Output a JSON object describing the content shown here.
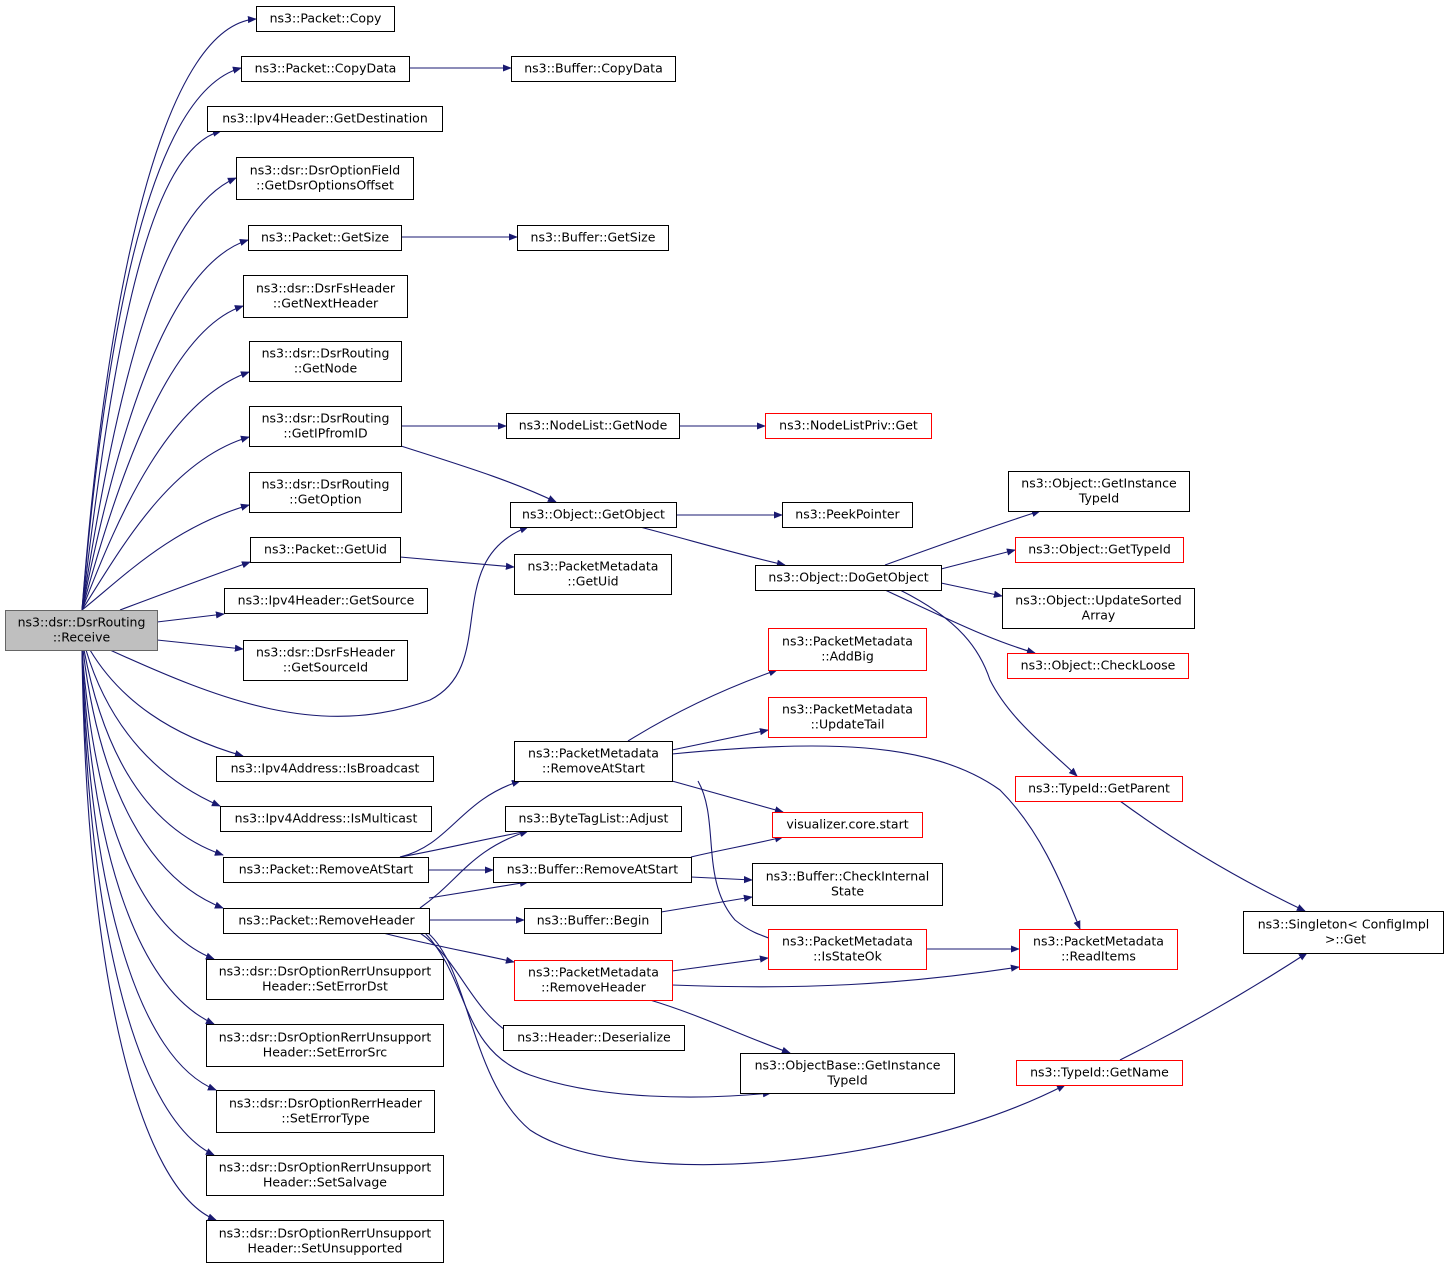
{
  "colors": {
    "edge": "#191970",
    "box_border": "#000000",
    "box_border_red": "#ff0000",
    "root_fill": "#bfbfbf",
    "fill": "#ffffff"
  },
  "nodes": [
    {
      "id": "receive",
      "lines": [
        "ns3::dsr::DsrRouting",
        "::Receive"
      ],
      "kind": "root"
    },
    {
      "id": "pkt_copy",
      "lines": [
        "ns3::Packet::Copy"
      ],
      "kind": "normal"
    },
    {
      "id": "pkt_copydata",
      "lines": [
        "ns3::Packet::CopyData"
      ],
      "kind": "normal"
    },
    {
      "id": "buf_copydata",
      "lines": [
        "ns3::Buffer::CopyData"
      ],
      "kind": "normal"
    },
    {
      "id": "ipv4_getdest",
      "lines": [
        "ns3::Ipv4Header::GetDestination"
      ],
      "kind": "normal"
    },
    {
      "id": "dsroptfield",
      "lines": [
        "ns3::dsr::DsrOptionField",
        "::GetDsrOptionsOffset"
      ],
      "kind": "normal"
    },
    {
      "id": "pkt_getsize",
      "lines": [
        "ns3::Packet::GetSize"
      ],
      "kind": "normal"
    },
    {
      "id": "buf_getsize",
      "lines": [
        "ns3::Buffer::GetSize"
      ],
      "kind": "normal"
    },
    {
      "id": "fs_getnext",
      "lines": [
        "ns3::dsr::DsrFsHeader",
        "::GetNextHeader"
      ],
      "kind": "normal"
    },
    {
      "id": "dsr_getnode",
      "lines": [
        "ns3::dsr::DsrRouting",
        "::GetNode"
      ],
      "kind": "normal"
    },
    {
      "id": "dsr_getip",
      "lines": [
        "ns3::dsr::DsrRouting",
        "::GetIPfromID"
      ],
      "kind": "normal"
    },
    {
      "id": "nodelist_getnode",
      "lines": [
        "ns3::NodeList::GetNode"
      ],
      "kind": "normal"
    },
    {
      "id": "nodelistpriv_get",
      "lines": [
        "ns3::NodeListPriv::Get"
      ],
      "kind": "red"
    },
    {
      "id": "dsr_getoption",
      "lines": [
        "ns3::dsr::DsrRouting",
        "::GetOption"
      ],
      "kind": "normal"
    },
    {
      "id": "obj_getobject",
      "lines": [
        "ns3::Object::GetObject"
      ],
      "kind": "normal"
    },
    {
      "id": "peekpointer",
      "lines": [
        "ns3::PeekPointer"
      ],
      "kind": "normal"
    },
    {
      "id": "obj_getinst",
      "lines": [
        "ns3::Object::GetInstance",
        "TypeId"
      ],
      "kind": "normal"
    },
    {
      "id": "pkt_getuid",
      "lines": [
        "ns3::Packet::GetUid"
      ],
      "kind": "normal"
    },
    {
      "id": "pm_getuid",
      "lines": [
        "ns3::PacketMetadata",
        "::GetUid"
      ],
      "kind": "normal"
    },
    {
      "id": "obj_gettypeid",
      "lines": [
        "ns3::Object::GetTypeId"
      ],
      "kind": "red"
    },
    {
      "id": "obj_dogetobject",
      "lines": [
        "ns3::Object::DoGetObject"
      ],
      "kind": "normal"
    },
    {
      "id": "ipv4_getsource",
      "lines": [
        "ns3::Ipv4Header::GetSource"
      ],
      "kind": "normal"
    },
    {
      "id": "obj_updatesorted",
      "lines": [
        "ns3::Object::UpdateSorted",
        "Array"
      ],
      "kind": "normal"
    },
    {
      "id": "fs_getsourceid",
      "lines": [
        "ns3::dsr::DsrFsHeader",
        "::GetSourceId"
      ],
      "kind": "normal"
    },
    {
      "id": "pm_addbig",
      "lines": [
        "ns3::PacketMetadata",
        "::AddBig"
      ],
      "kind": "red"
    },
    {
      "id": "obj_checkloose",
      "lines": [
        "ns3::Object::CheckLoose"
      ],
      "kind": "red"
    },
    {
      "id": "pm_updatetail",
      "lines": [
        "ns3::PacketMetadata",
        "::UpdateTail"
      ],
      "kind": "red"
    },
    {
      "id": "pm_removeatstart",
      "lines": [
        "ns3::PacketMetadata",
        "::RemoveAtStart"
      ],
      "kind": "normal"
    },
    {
      "id": "ipv4addr_isbcast",
      "lines": [
        "ns3::Ipv4Address::IsBroadcast"
      ],
      "kind": "normal"
    },
    {
      "id": "typeid_getparent",
      "lines": [
        "ns3::TypeId::GetParent"
      ],
      "kind": "red"
    },
    {
      "id": "ipv4addr_ismcast",
      "lines": [
        "ns3::Ipv4Address::IsMulticast"
      ],
      "kind": "normal"
    },
    {
      "id": "btl_adjust",
      "lines": [
        "ns3::ByteTagList::Adjust"
      ],
      "kind": "normal"
    },
    {
      "id": "viz_start",
      "lines": [
        "visualizer.core.start"
      ],
      "kind": "red"
    },
    {
      "id": "pkt_removeatstart",
      "lines": [
        "ns3::Packet::RemoveAtStart"
      ],
      "kind": "normal"
    },
    {
      "id": "buf_removeatstart",
      "lines": [
        "ns3::Buffer::RemoveAtStart"
      ],
      "kind": "normal"
    },
    {
      "id": "buf_checkinternal",
      "lines": [
        "ns3::Buffer::CheckInternal",
        "State"
      ],
      "kind": "normal"
    },
    {
      "id": "singleton_get",
      "lines": [
        "ns3::Singleton< ConfigImpl",
        " >::Get"
      ],
      "kind": "normal"
    },
    {
      "id": "pkt_removeheader",
      "lines": [
        "ns3::Packet::RemoveHeader"
      ],
      "kind": "normal"
    },
    {
      "id": "buf_begin",
      "lines": [
        "ns3::Buffer::Begin"
      ],
      "kind": "normal"
    },
    {
      "id": "pm_isstateok",
      "lines": [
        "ns3::PacketMetadata",
        "::IsStateOk"
      ],
      "kind": "red"
    },
    {
      "id": "pm_readitems",
      "lines": [
        "ns3::PacketMetadata",
        "::ReadItems"
      ],
      "kind": "red"
    },
    {
      "id": "rerr_seterrdst",
      "lines": [
        "ns3::dsr::DsrOptionRerrUnsupport",
        "Header::SetErrorDst"
      ],
      "kind": "normal"
    },
    {
      "id": "pm_removeheader",
      "lines": [
        "ns3::PacketMetadata",
        "::RemoveHeader"
      ],
      "kind": "red"
    },
    {
      "id": "hdr_deserialize",
      "lines": [
        "ns3::Header::Deserialize"
      ],
      "kind": "normal"
    },
    {
      "id": "rerr_seterrsrc",
      "lines": [
        "ns3::dsr::DsrOptionRerrUnsupport",
        "Header::SetErrorSrc"
      ],
      "kind": "normal"
    },
    {
      "id": "objbase_getinst",
      "lines": [
        "ns3::ObjectBase::GetInstance",
        "TypeId"
      ],
      "kind": "normal"
    },
    {
      "id": "typeid_getname",
      "lines": [
        "ns3::TypeId::GetName"
      ],
      "kind": "red"
    },
    {
      "id": "rerrhdr_seterrtype",
      "lines": [
        "ns3::dsr::DsrOptionRerrHeader",
        "::SetErrorType"
      ],
      "kind": "normal"
    },
    {
      "id": "rerr_setsalvage",
      "lines": [
        "ns3::dsr::DsrOptionRerrUnsupport",
        "Header::SetSalvage"
      ],
      "kind": "normal"
    },
    {
      "id": "rerr_setunsupported",
      "lines": [
        "ns3::dsr::DsrOptionRerrUnsupport",
        "Header::SetUnsupported"
      ],
      "kind": "normal"
    }
  ]
}
